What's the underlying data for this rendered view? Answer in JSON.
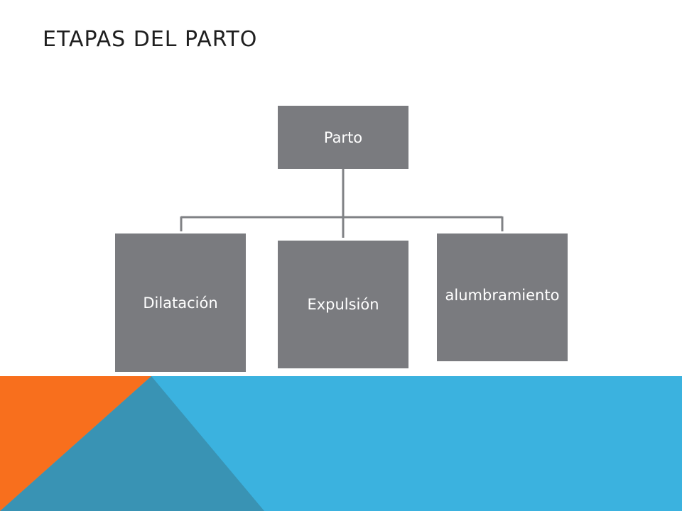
{
  "slide": {
    "title": "ETAPAS DEL PARTO"
  },
  "diagram": {
    "root": {
      "label": "Parto"
    },
    "children": [
      {
        "label": "Dilatación"
      },
      {
        "label": "Expulsión"
      },
      {
        "label": "alumbramiento"
      }
    ]
  },
  "colors": {
    "box_fill": "#7a7b7f",
    "connector": "#808285",
    "band_blue": "#3bb2df",
    "band_teal": "#3993b4",
    "band_orange": "#f86f1d"
  }
}
